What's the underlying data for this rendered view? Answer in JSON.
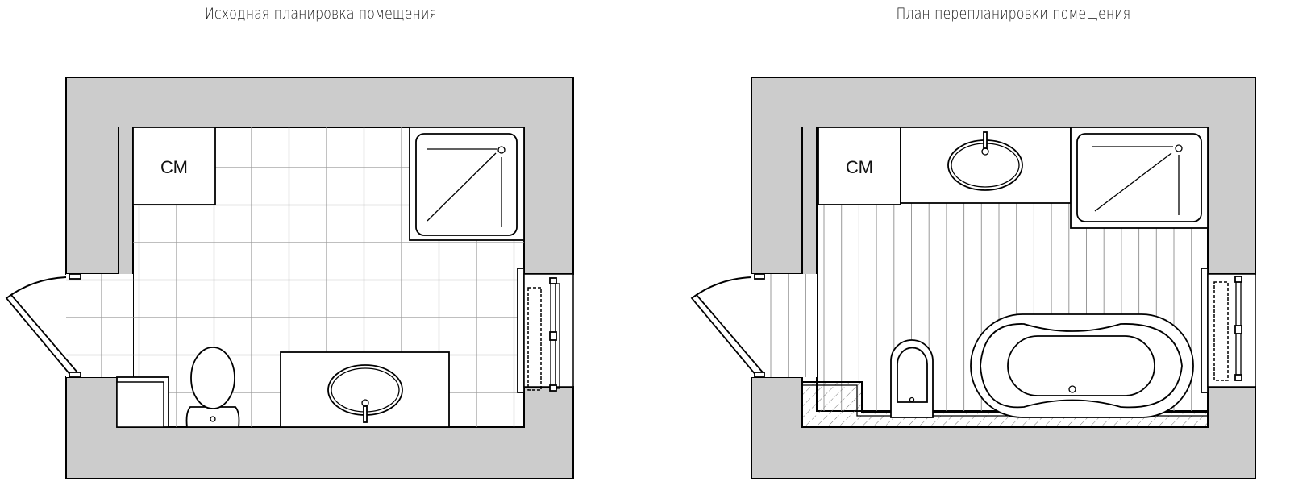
{
  "plans": [
    {
      "title": "Исходная планировка помещения",
      "washer_label": "СМ"
    },
    {
      "title": "План перепланировки помещения",
      "washer_label": "СМ"
    }
  ],
  "colors": {
    "wall": "#cccccc",
    "line": "#000000",
    "tile_grid": "#999999"
  }
}
